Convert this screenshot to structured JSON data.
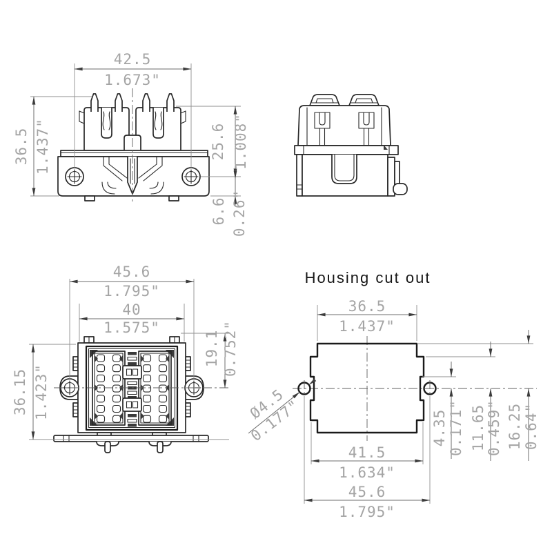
{
  "colors": {
    "drawing_line": "#272727",
    "dimension_line": "#6e6e6e",
    "dimension_text": "#a4a4a4",
    "title_text": "#161616"
  },
  "front_view": {
    "hole_span": {
      "metric": "42.5",
      "inch": "1.673\""
    },
    "height": {
      "metric": "36.5",
      "inch": "1.437\""
    },
    "upper": {
      "metric": "25.6",
      "inch": "1.008\""
    },
    "lower": {
      "metric": "6.6",
      "inch": "0.26\""
    }
  },
  "bottom_view": {
    "ear_span": {
      "metric": "45.6",
      "inch": "1.795\""
    },
    "body_width": {
      "metric": "40",
      "inch": "1.575\""
    },
    "height": {
      "metric": "36.15",
      "inch": "1.423\""
    },
    "hole_offset": {
      "metric": "19.1",
      "inch": "0.752\""
    }
  },
  "cutout_view": {
    "title": "Housing cut out",
    "top_width": {
      "metric": "36.5",
      "inch": "1.437\""
    },
    "hole_dia": {
      "metric": "Ø4.5",
      "inch": "0.177\""
    },
    "notch_offset": {
      "metric": "4.35",
      "inch": "0.171\""
    },
    "wing_offset": {
      "metric": "11.65",
      "inch": "0.459\""
    },
    "half_height": {
      "metric": "16.25",
      "inch": "0.64\""
    },
    "wing_width": {
      "metric": "41.5",
      "inch": "1.634\""
    },
    "hole_span": {
      "metric": "45.6",
      "inch": "1.795\""
    }
  }
}
